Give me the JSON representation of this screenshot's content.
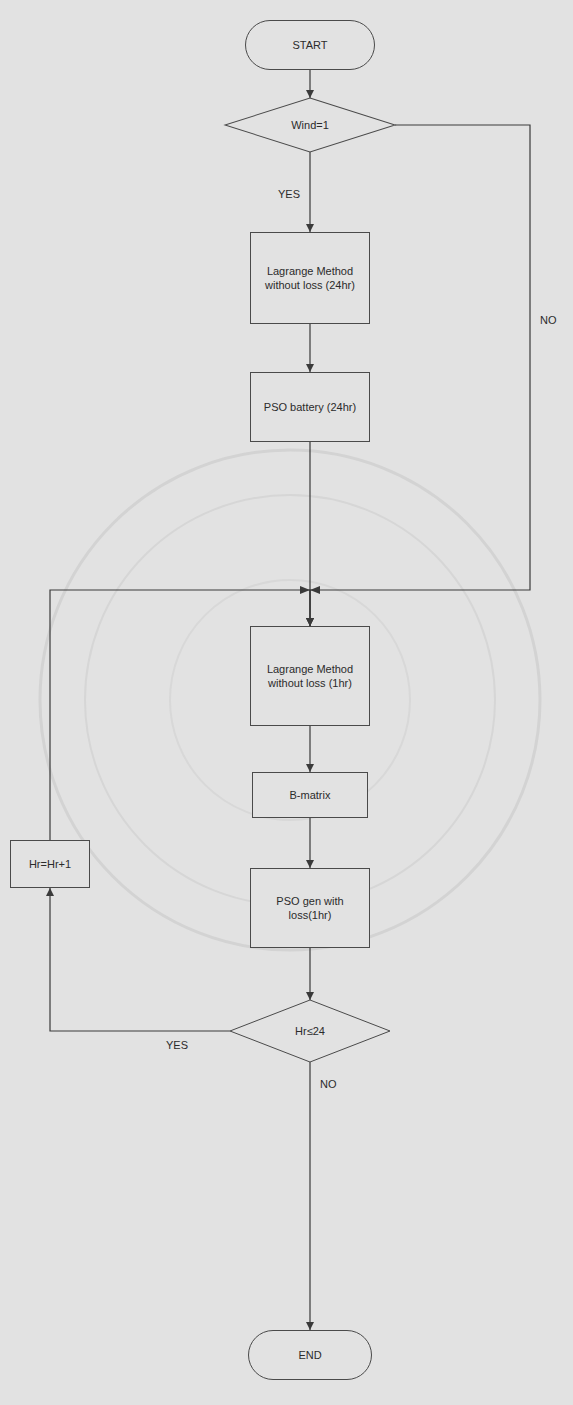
{
  "diagram": {
    "nodes": [
      {
        "text": [
          "START"
        ]
      },
      {
        "text": [
          "Wind=1"
        ]
      },
      {
        "text": [
          "Lagrange Method without loss (24hr)"
        ]
      },
      {
        "text": [
          "PSO battery (24hr)"
        ]
      },
      {
        "text": [
          "Lagrange Method without loss (1hr)"
        ]
      },
      {
        "text": [
          "B-matrix"
        ]
      },
      {
        "text": [
          "PSO gen with loss(1hr)"
        ]
      },
      {
        "text": [
          "Hr≤24"
        ]
      },
      {
        "text": [
          "END"
        ]
      },
      {
        "text": [
          "Hr=Hr+1"
        ]
      }
    ],
    "edges": [
      {
        "from": 0,
        "to": 1,
        "arrow": "to"
      },
      {
        "from": 1,
        "to": 2,
        "label": "YES",
        "arrow": "to"
      },
      {
        "from": 1,
        "to": 4,
        "label": "NO",
        "arrow": "to"
      },
      {
        "from": 2,
        "to": 3,
        "arrow": "to"
      },
      {
        "from": 3,
        "to": 4,
        "arrow": "to"
      },
      {
        "from": 4,
        "to": 5,
        "arrow": "to"
      },
      {
        "from": 5,
        "to": 6,
        "arrow": "to"
      },
      {
        "from": 6,
        "to": 7,
        "arrow": "to"
      },
      {
        "from": 7,
        "to": 9,
        "label": "YES",
        "arrow": "to"
      },
      {
        "from": 9,
        "to": 4,
        "arrow": "to"
      },
      {
        "from": 7,
        "to": 8,
        "label": "NO",
        "arrow": "to"
      }
    ]
  }
}
